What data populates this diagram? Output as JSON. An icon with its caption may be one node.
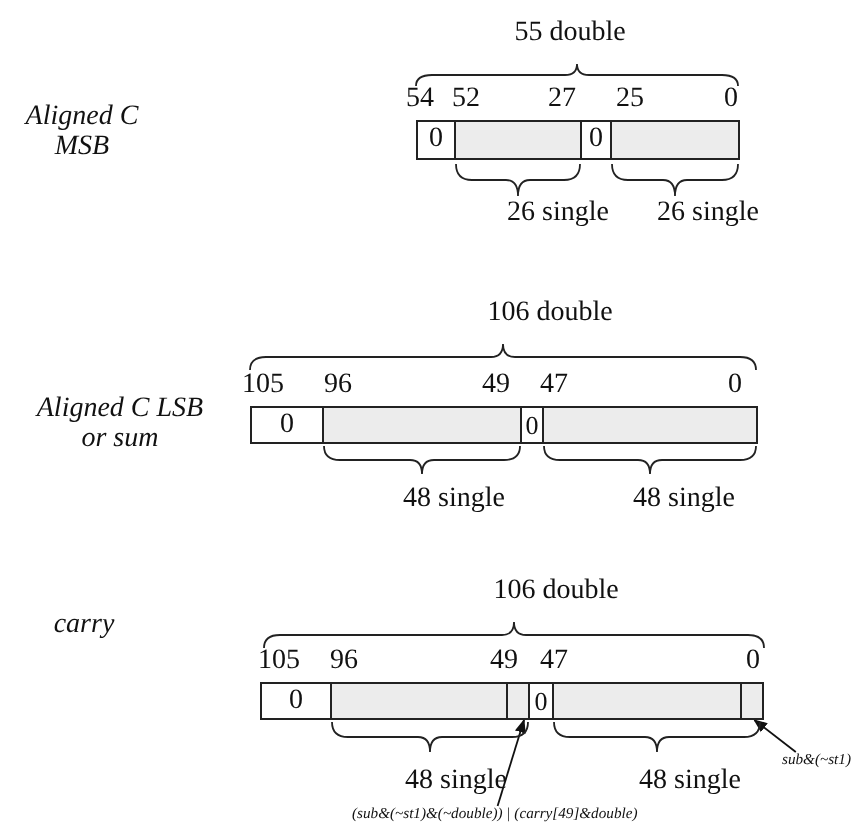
{
  "diagram": {
    "nodes": [
      {
        "text": [
          "0"
        ]
      },
      {
        "text": [],
        "shape": "box"
      },
      {
        "text": [
          "0"
        ]
      },
      {
        "text": [],
        "shape": "box"
      },
      {
        "text": [
          "0"
        ]
      },
      {
        "text": [],
        "shape": "box"
      },
      {
        "text": [
          "0"
        ]
      },
      {
        "text": [],
        "shape": "box"
      },
      {
        "text": [
          "0"
        ]
      },
      {
        "text": [],
        "shape": "box"
      },
      {
        "text": [],
        "shape": "box"
      },
      {
        "text": [
          "0"
        ]
      },
      {
        "text": [],
        "shape": "box"
      },
      {
        "text": [],
        "shape": "box"
      },
      {
        "text": [
          "(sub&(~st1)&(~double)) | (carry[49]&double)"
        ]
      },
      {
        "text": [
          "sub&(~st1)"
        ]
      }
    ],
    "edges": [
      {
        "from": 14,
        "to": 10,
        "arrow": "to"
      },
      {
        "from": 15,
        "to": 13,
        "arrow": "to"
      }
    ],
    "labels": [
      "55 double",
      "Aligned C MSB",
      "54",
      "52",
      "27",
      "25",
      "0",
      "26 single",
      "26 single",
      "106 double",
      "105",
      "96",
      "49",
      "47",
      "0",
      "Aligned C LSB or sum",
      "48 single",
      "48 single",
      "106 double",
      "105",
      "96",
      "49",
      "47",
      "0",
      "carry",
      "48 single",
      "48 single"
    ]
  }
}
